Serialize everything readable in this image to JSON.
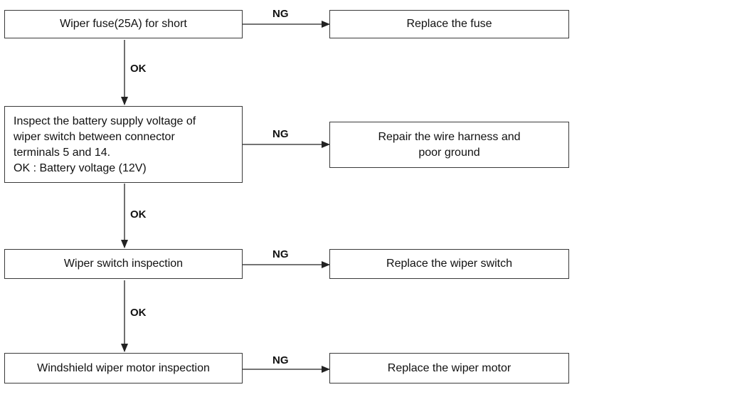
{
  "steps": [
    {
      "check": [
        "Wiper fuse(25A) for short"
      ],
      "ng_label": "NG",
      "action": [
        "Replace the fuse"
      ],
      "ok_label": "OK"
    },
    {
      "check": [
        "Inspect the battery supply voltage of",
        "wiper switch between connector",
        "terminals 5 and 14.",
        "OK : Battery voltage (12V)"
      ],
      "ng_label": "NG",
      "action": [
        "Repair the wire harness and",
        "poor ground"
      ],
      "ok_label": "OK"
    },
    {
      "check": [
        "Wiper switch inspection"
      ],
      "ng_label": "NG",
      "action": [
        "Replace the wiper switch"
      ],
      "ok_label": "OK"
    },
    {
      "check": [
        "Windshield wiper motor inspection"
      ],
      "ng_label": "NG",
      "action": [
        "Replace the wiper motor"
      ]
    }
  ]
}
